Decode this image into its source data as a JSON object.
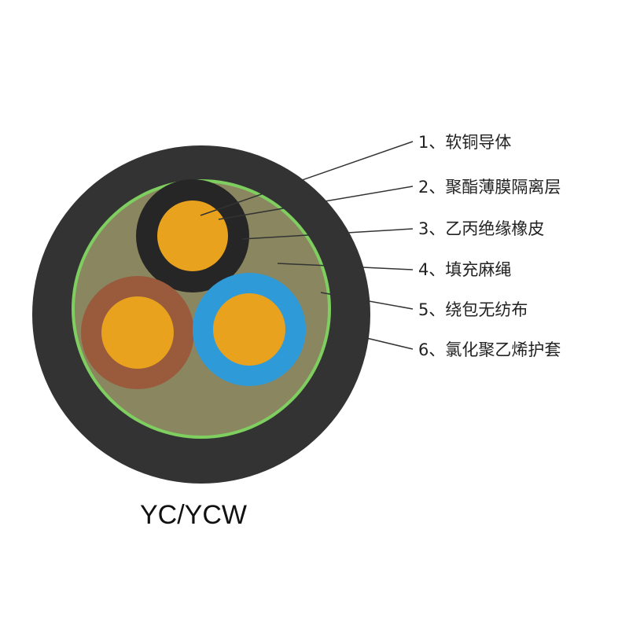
{
  "caption": "YC/YCW",
  "legend": [
    {
      "label": "1、软铜导体"
    },
    {
      "label": "2、聚酯薄膜隔离层"
    },
    {
      "label": "3、乙丙绝缘橡皮"
    },
    {
      "label": "4、填充麻绳"
    },
    {
      "label": "5、绕包无纺布"
    },
    {
      "label": "6、氯化聚乙烯护套"
    }
  ],
  "colors": {
    "sheath": "#333333",
    "wrap_ring": "#7ecf5f",
    "filler": "#8a8660",
    "conductor": "#e8a21e",
    "core_black_insulation": "#262626",
    "core_brown_insulation": "#9a5a3c",
    "core_blue_insulation": "#2f9ad8",
    "leader_line": "#333333"
  }
}
